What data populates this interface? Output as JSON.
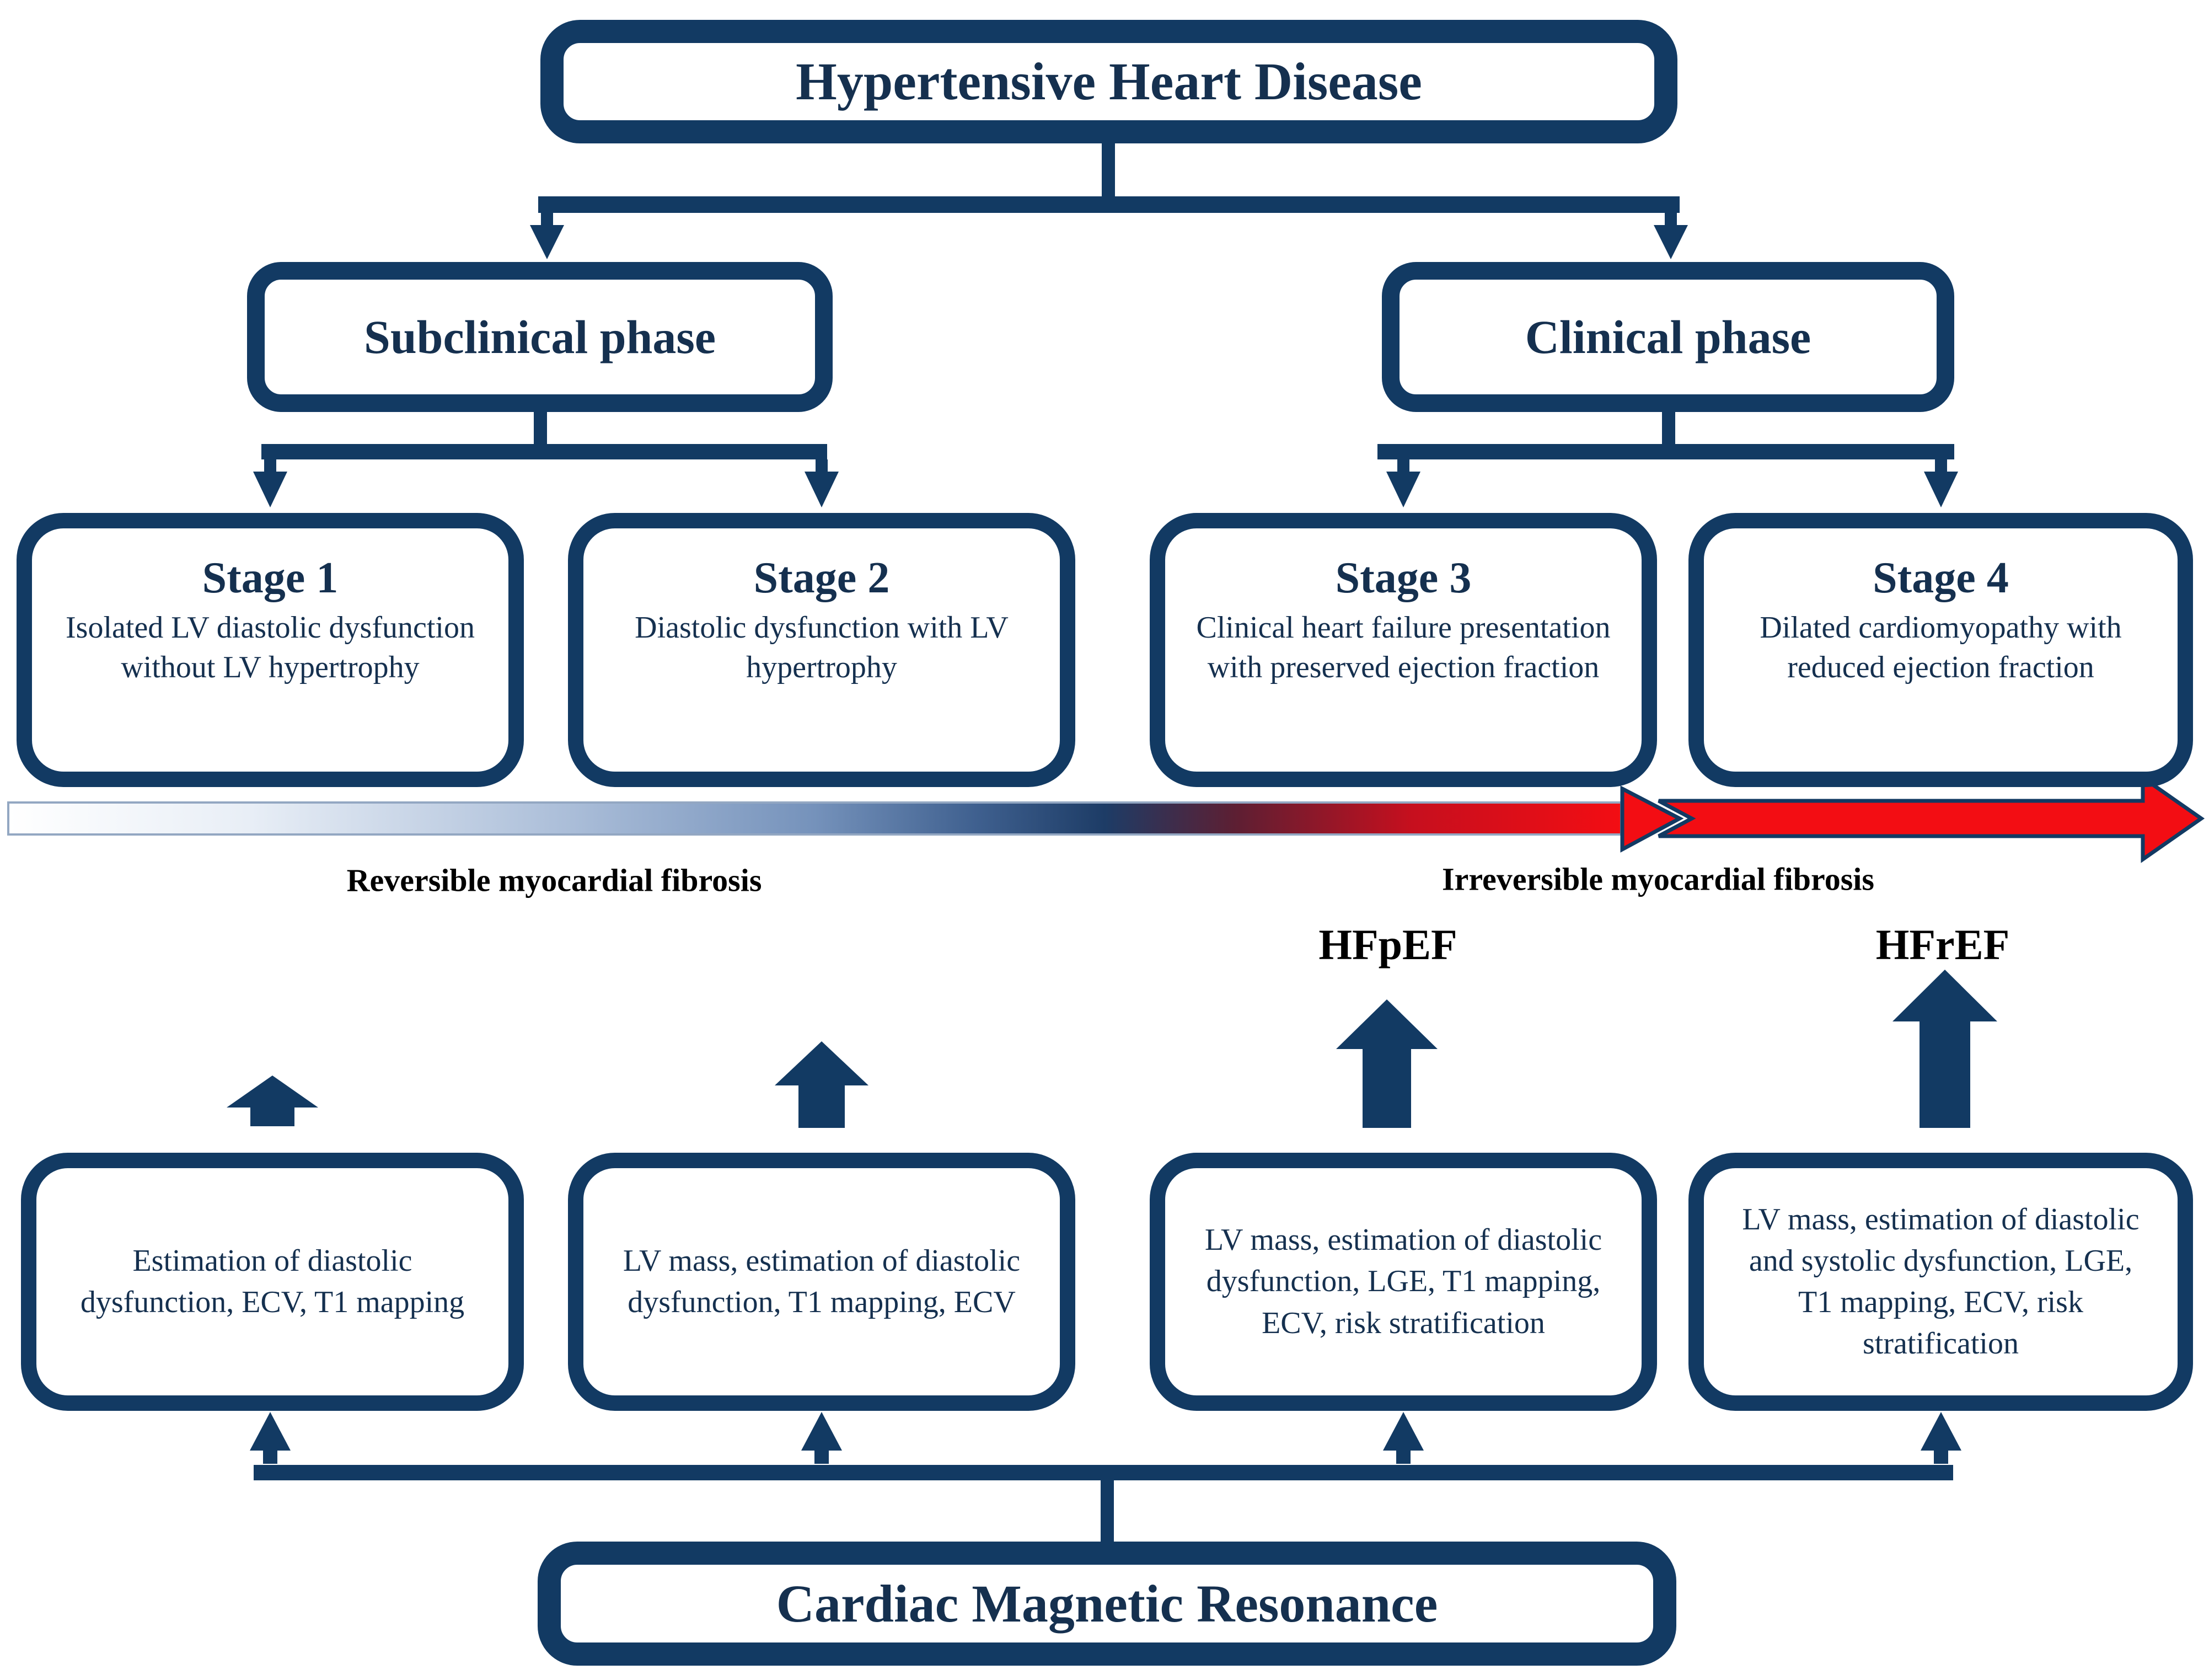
{
  "colors": {
    "navy": "#123a63",
    "red": "#f30d13",
    "text_navy": "#15304f",
    "black": "#000000"
  },
  "title": "Hypertensive Heart Disease",
  "phases": [
    {
      "label": "Subclinical phase"
    },
    {
      "label": "Clinical phase"
    }
  ],
  "stages": [
    {
      "title": "Stage 1",
      "description": "Isolated LV diastolic dysfunction without LV hypertrophy"
    },
    {
      "title": "Stage 2",
      "description": "Diastolic dysfunction with LV hypertrophy"
    },
    {
      "title": "Stage 3",
      "description": "Clinical heart failure presentation with preserved ejection fraction"
    },
    {
      "title": "Stage 4",
      "description": "Dilated cardiomyopathy with reduced ejection fraction"
    }
  ],
  "fibrosis_axis": {
    "reversible_label": "Reversible myocardial fibrosis",
    "irreversible_label": "Irreversible myocardial fibrosis"
  },
  "hf_labels": {
    "hfpef": "HFpEF",
    "hfref": "HFrEF"
  },
  "cmr_findings": [
    {
      "description": "Estimation of diastolic dysfunction, ECV, T1 mapping"
    },
    {
      "description": "LV mass, estimation of diastolic dysfunction, T1 mapping, ECV"
    },
    {
      "description": "LV mass, estimation of diastolic dysfunction, LGE, T1 mapping, ECV, risk stratification"
    },
    {
      "description": "LV mass, estimation of diastolic and systolic dysfunction, LGE, T1 mapping, ECV, risk stratification"
    }
  ],
  "footer": {
    "title": "Cardiac Magnetic Resonance"
  }
}
